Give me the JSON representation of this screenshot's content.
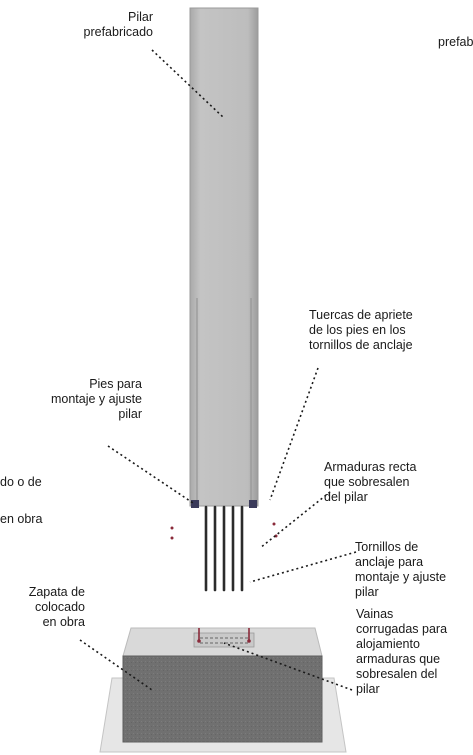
{
  "labels": {
    "pilar_prefabricado": "Pilar\nprefabricado",
    "prefabricado_cut": "prefab",
    "tuercas": "Tuercas de apriete\nde los pies en los\ntornillos de anclaje",
    "pies": "Pies para\nmontaje y ajuste\npilar",
    "armaduras": "Armaduras recta\nque sobresalen\ndel  pilar",
    "tornillos": "Tornillos de\nanclaje para\nmontaje y ajuste\npilar",
    "zapata": "Zapata de\ncolocado\nen obra",
    "vainas": "Vainas\ncorrugadas para\nalojamiento\narmaduras que\nsobresalen del\npilar",
    "left_cut_1": "do o de",
    "left_cut_2": "en obra"
  },
  "colors": {
    "column": "#b9b9b9",
    "column_edge": "#8f8f8f",
    "footing_front": "#6f6f6f",
    "footing_top": "#d9d9d9",
    "base_pad": "#e6e6e6",
    "bars": "#2b2b2b",
    "nut_marker": "#8a2a3a"
  }
}
